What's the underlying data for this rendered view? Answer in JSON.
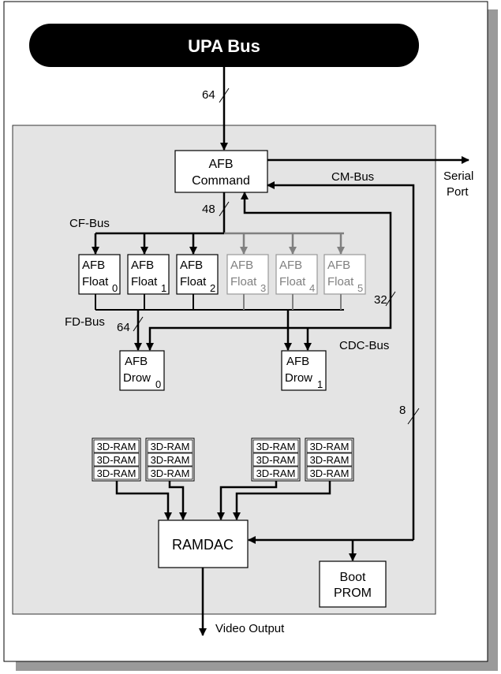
{
  "bus_title": "UPA Bus",
  "widths": {
    "upa": "64",
    "cf": "48",
    "fd": "64",
    "cdc": "32",
    "cm": "8"
  },
  "bus_labels": {
    "cf": "CF-Bus",
    "fd": "FD-Bus",
    "cdc": "CDC-Bus",
    "cm": "CM-Bus"
  },
  "serial_port": {
    "line1": "Serial",
    "line2": "Port"
  },
  "command": {
    "line1": "AFB",
    "line2": "Command"
  },
  "floats": [
    {
      "line1": "AFB",
      "line2": "Float",
      "sub": "0",
      "active": true
    },
    {
      "line1": "AFB",
      "line2": "Float",
      "sub": "1",
      "active": true
    },
    {
      "line1": "AFB",
      "line2": "Float",
      "sub": "2",
      "active": true
    },
    {
      "line1": "AFB",
      "line2": "Float",
      "sub": "3",
      "active": false
    },
    {
      "line1": "AFB",
      "line2": "Float",
      "sub": "4",
      "active": false
    },
    {
      "line1": "AFB",
      "line2": "Float",
      "sub": "5",
      "active": false
    }
  ],
  "draws": [
    {
      "line1": "AFB",
      "line2": "Drow",
      "sub": "0"
    },
    {
      "line1": "AFB",
      "line2": "Drow",
      "sub": "1"
    }
  ],
  "ram_label": "3D-RAM",
  "ramdac": "RAMDAC",
  "boot_prom": {
    "line1": "Boot",
    "line2": "PROM"
  },
  "video_output": "Video Output",
  "colors": {
    "active": "#000000",
    "inactive": "#808080",
    "panel": "#e4e4e4",
    "shadow": "#9a9a9a"
  }
}
